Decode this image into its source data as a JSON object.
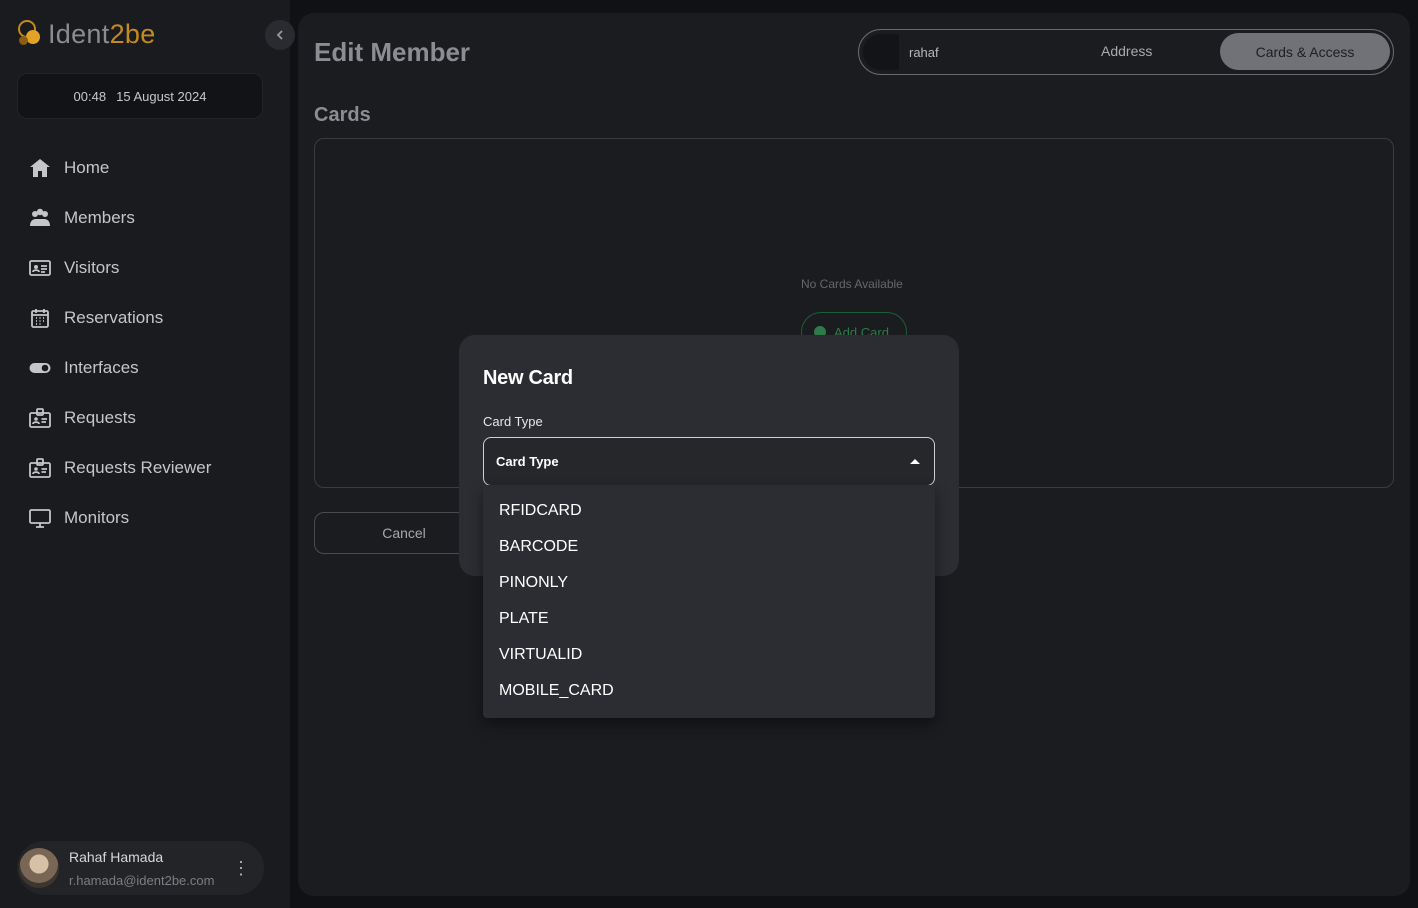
{
  "app": {
    "logo_text_a": "Ident",
    "logo_text_b": "2be",
    "clock_time": "00:48",
    "clock_date": "15 August 2024",
    "collapse_icon": "chevron-left-icon"
  },
  "nav": [
    {
      "label": "Home",
      "icon": "home-icon"
    },
    {
      "label": "Members",
      "icon": "members-icon"
    },
    {
      "label": "Visitors",
      "icon": "id-card-icon"
    },
    {
      "label": "Reservations",
      "icon": "calendar-icon"
    },
    {
      "label": "Interfaces",
      "icon": "toggle-icon"
    },
    {
      "label": "Requests",
      "icon": "badge-icon"
    },
    {
      "label": "Requests Reviewer",
      "icon": "badge-icon"
    },
    {
      "label": "Monitors",
      "icon": "monitor-icon"
    }
  ],
  "user": {
    "name": "Rahaf Hamada",
    "email": "r.hamada@ident2be.com",
    "menu_icon": "more-vertical-icon"
  },
  "page": {
    "title": "Edit Member",
    "tabs": {
      "user": "rahaf",
      "address": "Address",
      "cards": "Cards & Access"
    },
    "section_title": "Cards",
    "empty_text": "No Cards Available",
    "add_card_label": "Add Card",
    "cancel_label": "Cancel"
  },
  "modal": {
    "title": "New Card",
    "field_label": "Card Type",
    "select_value": "Card Type",
    "options": [
      "RFIDCARD",
      "BARCODE",
      "PINONLY",
      "PLATE",
      "VIRTUALID",
      "MOBILE_CARD"
    ]
  },
  "colors": {
    "accent": "#c48a1e",
    "success": "#2f7a4a",
    "active_tab": "#717277"
  }
}
